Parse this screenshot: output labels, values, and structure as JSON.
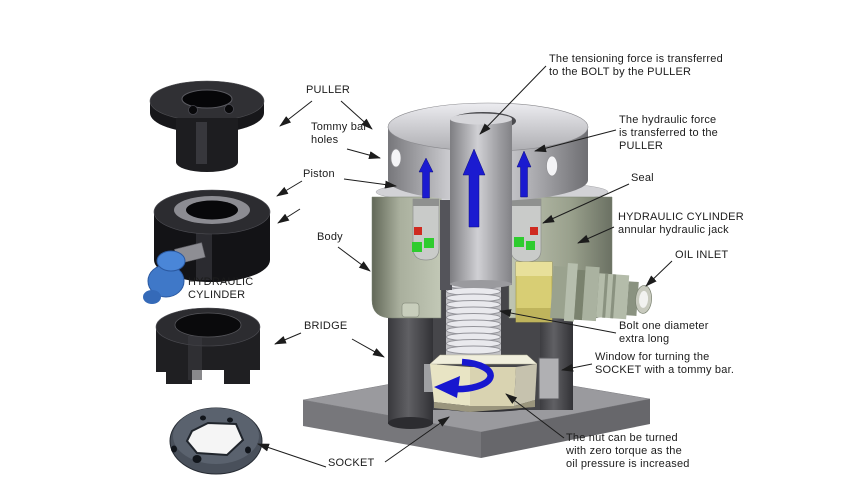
{
  "labels": {
    "puller": "PULLER",
    "tommy_bar_holes": "Tommy bar\nholes",
    "piston": "Piston",
    "body": "Body",
    "hydraulic_cylinder_photo": "HYDRAULIC\nCYLINDER",
    "bridge": "BRIDGE",
    "socket": "SOCKET",
    "tensioning_force": "The tensioning force is transferred\nto the BOLT by the PULLER",
    "hydraulic_force": "The hydraulic force\nis transferred to the\nPULLER",
    "seal": "Seal",
    "hydraulic_cylinder": "HYDRAULIC CYLINDER\nannular hydraulic jack",
    "oil_inlet": "OIL INLET",
    "bolt_extra_long": "Bolt one diameter\nextra long",
    "window_note": "Window for turning the\nSOCKET  with a tommy bar.",
    "nut_note": "The nut can be turned\nwith zero torque as the\noil pressure is increased"
  },
  "colors": {
    "background": "#ffffff",
    "leader_line": "#1c1c1c",
    "force_arrow_blue": "#1b1bd0",
    "seal_red": "#cf2a20",
    "seal_green": "#2ecc2e",
    "body_sage": "#aab09e",
    "puller_gray": "#c9c9cd",
    "bridge_dark": "#4a4a4e",
    "nut_cream": "#ded8b6",
    "oil_inlet_yellow": "#d8ce74",
    "base_gray": "#98989c"
  }
}
